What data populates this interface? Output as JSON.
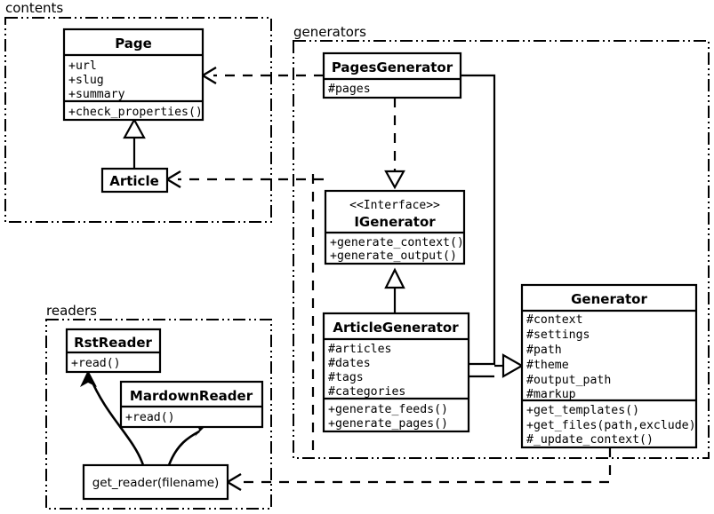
{
  "diagram": {
    "title": "UML class diagram",
    "background_color": "#ffffff",
    "line_color": "#000000"
  },
  "packages": [
    {
      "id": "contents",
      "label": "contents"
    },
    {
      "id": "generators",
      "label": "generators"
    },
    {
      "id": "readers",
      "label": "readers"
    }
  ],
  "classes": {
    "page": {
      "name": "Page",
      "attributes": [
        "+url",
        "+slug",
        "+summary"
      ],
      "operations": [
        "+check_properties()"
      ]
    },
    "article": {
      "name": "Article",
      "attributes": [],
      "operations": []
    },
    "pages_generator": {
      "name": "PagesGenerator",
      "attributes": [
        "#pages"
      ],
      "operations": []
    },
    "igenerator": {
      "stereotype": "<<Interface>>",
      "name": "IGenerator",
      "attributes": [],
      "operations": [
        "+generate_context()",
        "+generate_output()"
      ]
    },
    "article_generator": {
      "name": "ArticleGenerator",
      "attributes": [
        "#articles",
        "#dates",
        "#tags",
        "#categories"
      ],
      "operations": [
        "+generate_feeds()",
        "+generate_pages()"
      ]
    },
    "generator": {
      "name": "Generator",
      "attributes": [
        "#context",
        "#settings",
        "#path",
        "#theme",
        "#output_path",
        "#markup"
      ],
      "operations": [
        "+get_templates()",
        "+get_files(path,exclude)",
        "#_update_context()"
      ]
    },
    "rst_reader": {
      "name": "RstReader",
      "attributes": [],
      "operations": [
        "+read()"
      ]
    },
    "mardown_reader": {
      "name": "MardownReader",
      "attributes": [],
      "operations": [
        "+read()"
      ]
    },
    "get_reader": {
      "name": "get_reader(filename)"
    }
  },
  "relationships": [
    {
      "id": "article-inherits-page",
      "type": "generalization",
      "from": "Article",
      "to": "Page"
    },
    {
      "id": "pagesgenerator-realizes-igenerator",
      "type": "realization",
      "from": "PagesGenerator",
      "to": "IGenerator"
    },
    {
      "id": "articlegenerator-realizes-igenerator",
      "type": "realization",
      "from": "ArticleGenerator",
      "to": "IGenerator"
    },
    {
      "id": "pagesgenerator-inherits-generator",
      "type": "generalization",
      "from": "PagesGenerator",
      "to": "Generator"
    },
    {
      "id": "articlegenerator-inherits-generator",
      "type": "generalization",
      "from": "ArticleGenerator",
      "to": "Generator"
    },
    {
      "id": "pagesgenerator-uses-page",
      "type": "dependency",
      "from": "PagesGenerator",
      "to": "Page"
    },
    {
      "id": "articlegenerator-uses-article",
      "type": "dependency",
      "from": "ArticleGenerator",
      "to": "Article"
    },
    {
      "id": "generator-uses-getreader",
      "type": "dependency",
      "from": "Generator",
      "to": "get_reader(filename)"
    },
    {
      "id": "getreader-returns-rstreader",
      "type": "association",
      "from": "get_reader(filename)",
      "to": "RstReader"
    },
    {
      "id": "getreader-returns-mardownreader",
      "type": "association",
      "from": "get_reader(filename)",
      "to": "MardownReader"
    }
  ]
}
